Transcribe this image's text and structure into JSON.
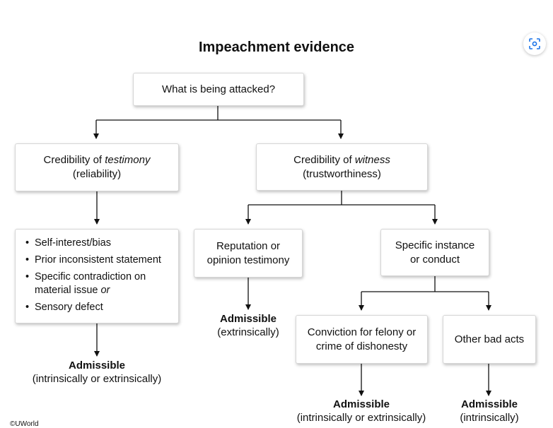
{
  "title": "Impeachment evidence",
  "root": {
    "text": "What is being attacked?"
  },
  "testimony": {
    "prefix": "Credibility of ",
    "emph": "testimony",
    "sub": "(reliability)"
  },
  "witness": {
    "prefix": "Credibility of ",
    "emph": "witness",
    "sub": "(trustworthiness)"
  },
  "testimony_list": {
    "items": [
      "Self-interest/bias",
      "Prior inconsistent statement",
      "Specific contradiction on",
      "Sensory defect"
    ],
    "item3_line2": "material issue ",
    "item3_emph": "or"
  },
  "reputation": {
    "line1": "Reputation or",
    "line2": "opinion testimony"
  },
  "specific": {
    "line1": "Specific instance",
    "line2": "or conduct"
  },
  "conviction": {
    "line1": "Conviction for felony or",
    "line2": "crime of dishonesty"
  },
  "other_acts": {
    "text": "Other bad acts"
  },
  "results": {
    "testimony": {
      "label": "Admissible",
      "sub": "(intrinsically or extrinsically)"
    },
    "reputation": {
      "label": "Admissible",
      "sub": "(extrinsically)"
    },
    "conviction": {
      "label": "Admissible",
      "sub": "(intrinsically or extrinsically)"
    },
    "other_acts": {
      "label": "Admissible",
      "sub": "(intrinsically)"
    }
  },
  "footer": "©UWorld",
  "icons": {
    "screen_icon": "screenshot-scan-icon"
  },
  "colors": {
    "line": "#111111",
    "box_border": "#d6d6d6"
  }
}
